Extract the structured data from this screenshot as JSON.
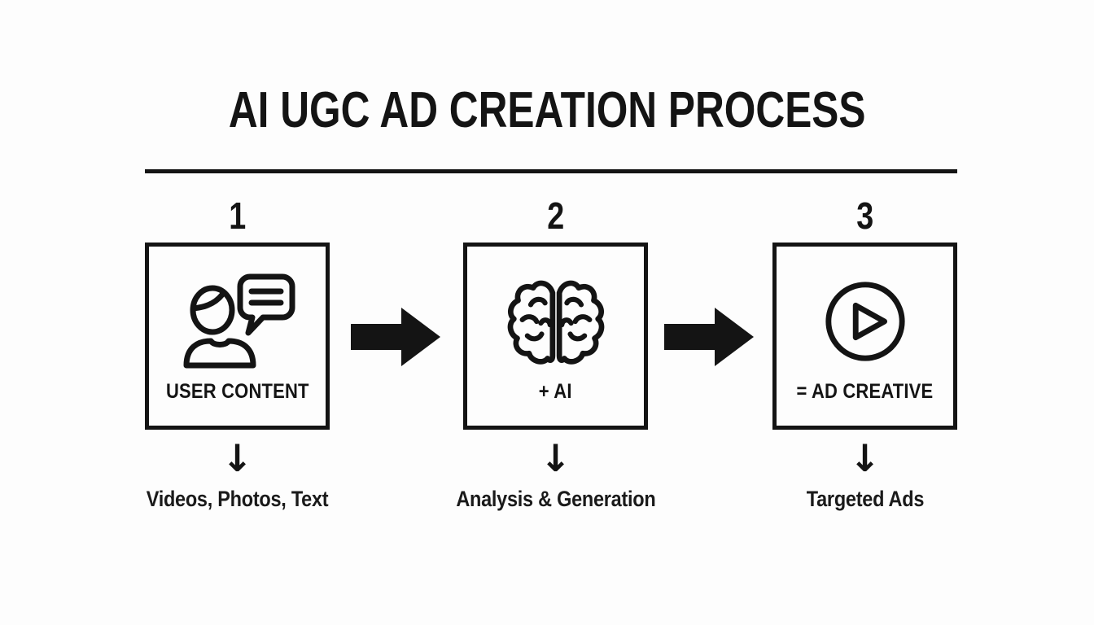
{
  "title": "AI UGC AD CREATION PROCESS",
  "glyphs": {
    "down_arrow": "↓"
  },
  "colors": {
    "ink": "#141414",
    "background": "#fdfdfd"
  },
  "steps": [
    {
      "number": "1",
      "icon": "user-content-icon",
      "label": "USER CONTENT",
      "caption": "Videos, Photos, Text"
    },
    {
      "number": "2",
      "icon": "ai-brain-icon",
      "label": "+ AI",
      "caption": "Analysis & Generation"
    },
    {
      "number": "3",
      "icon": "play-button-icon",
      "label": "= AD CREATIVE",
      "caption": "Targeted Ads"
    }
  ]
}
